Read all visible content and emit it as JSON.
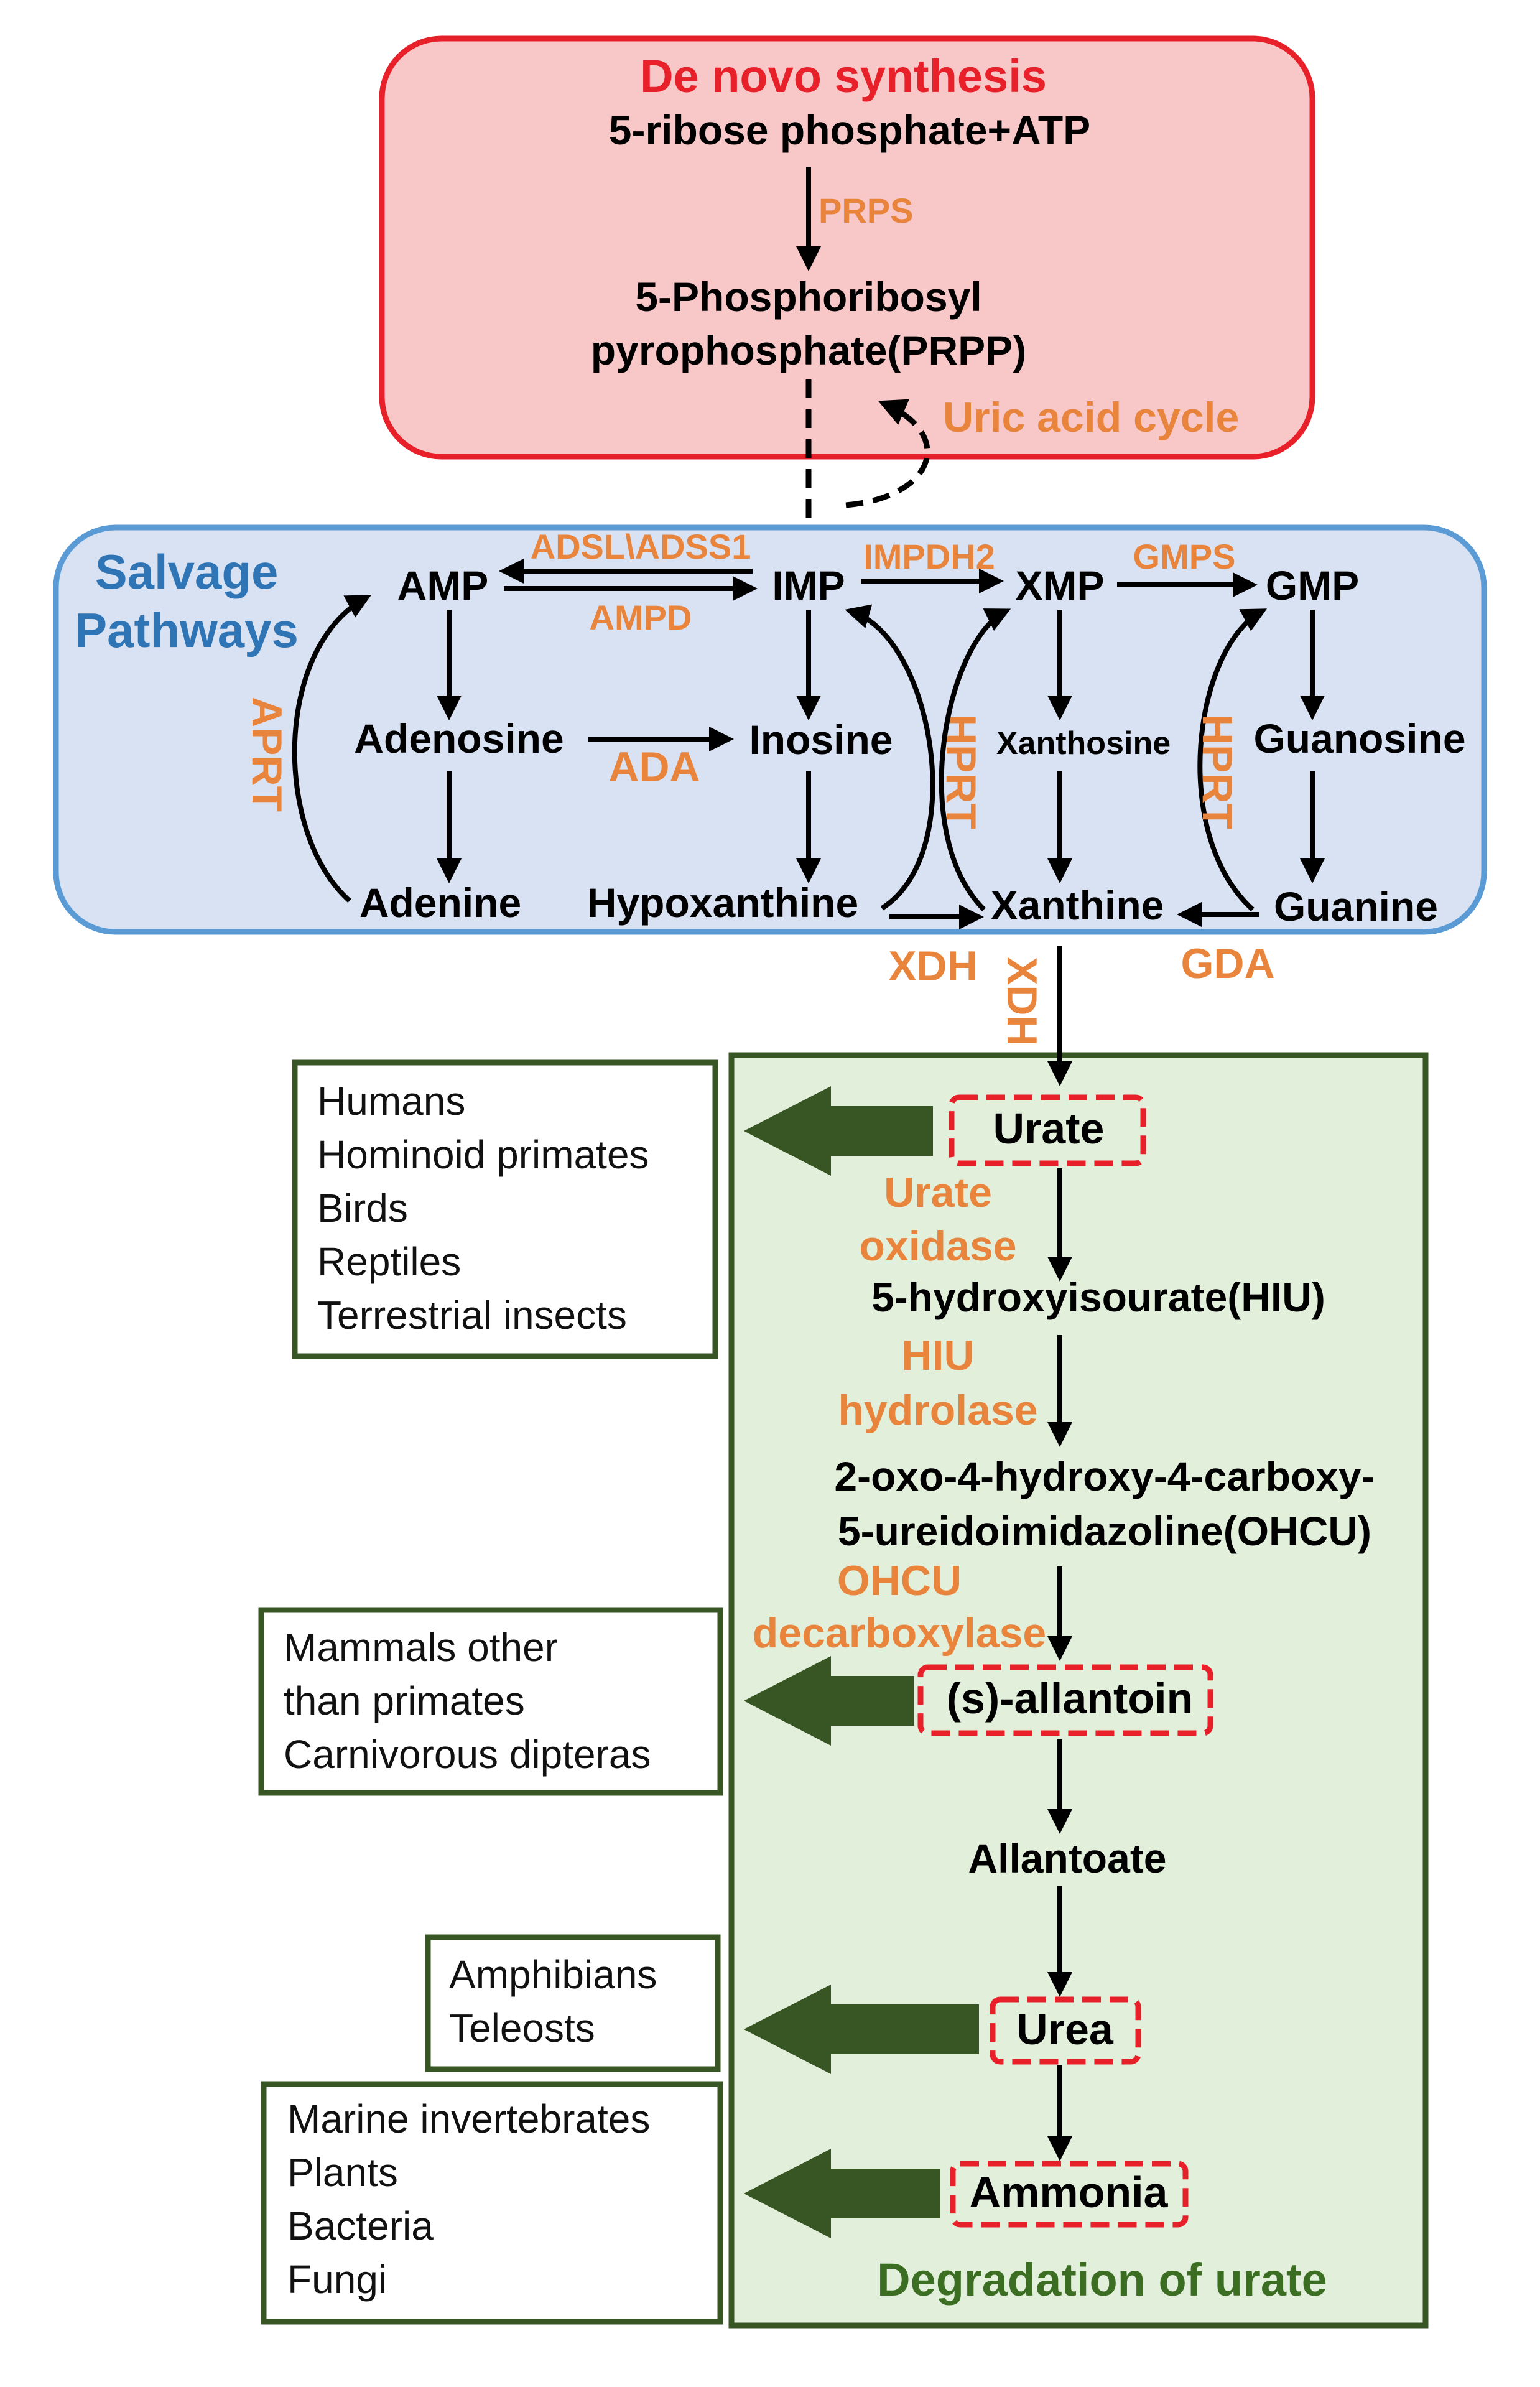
{
  "de_novo": {
    "title": "De novo synthesis",
    "substrate": "5-ribose phosphate+ATP",
    "enzyme": "PRPS",
    "product_line1": "5-Phosphoribosyl",
    "product_line2": "pyrophosphate(PRPP)",
    "cycle_label": "Uric acid cycle"
  },
  "salvage": {
    "title_line1": "Salvage",
    "title_line2": "Pathways",
    "metabolites": {
      "amp": "AMP",
      "imp": "IMP",
      "xmp": "XMP",
      "gmp": "GMP",
      "adenosine": "Adenosine",
      "inosine": "Inosine",
      "xanthosine": "Xanthosine",
      "guanosine": "Guanosine",
      "adenine": "Adenine",
      "hypoxanthine": "Hypoxanthine",
      "xanthine": "Xanthine",
      "guanine": "Guanine"
    },
    "enzymes": {
      "adsl": "ADSL\\ADSS1",
      "ampd": "AMPD",
      "impdh2": "IMPDH2",
      "gmps": "GMPS",
      "ada": "ADA",
      "aprt": "APRT",
      "hprt": "HPRT",
      "xdh": "XDH",
      "gda": "GDA"
    }
  },
  "degradation": {
    "title": "Degradation of urate",
    "steps": {
      "urate": "Urate",
      "urate_oxidase_1": "Urate",
      "urate_oxidase_2": "oxidase",
      "hiu": "5-hydroxyisourate(HIU)",
      "hiu_hydrolase_1": "HIU",
      "hiu_hydrolase_2": "hydrolase",
      "ohcu_1": "2-oxo-4-hydroxy-4-carboxy-",
      "ohcu_2": "5-ureidoimidazoline(OHCU)",
      "ohcu_dec_1": "OHCU",
      "ohcu_dec_2": "decarboxylase",
      "allantoin": "(s)-allantoin",
      "allantoate": "Allantoate",
      "urea": "Urea",
      "ammonia": "Ammonia"
    },
    "xdh_vertical": "XDH"
  },
  "organisms": {
    "urate_group": [
      "Humans",
      "Hominoid primates",
      "Birds",
      "Reptiles",
      "Terrestrial insects"
    ],
    "allantoin_group": [
      "Mammals other",
      "than primates",
      "Carnivorous dipteras"
    ],
    "urea_group": [
      "Amphibians",
      "Teleosts"
    ],
    "ammonia_group": [
      "Marine invertebrates",
      "Plants",
      "Bacteria",
      "Fungi"
    ]
  },
  "colors": {
    "de_novo_fill": "#f8c8c8",
    "de_novo_border": "#e8202a",
    "salvage_fill": "#d9e2f3",
    "salvage_border": "#5b9bd5",
    "degradation_fill": "#e2efda",
    "degradation_border": "#375623",
    "enzyme_text": "#e8843b",
    "organism_arrow": "#375623",
    "dashed_highlight": "#e8202a"
  }
}
